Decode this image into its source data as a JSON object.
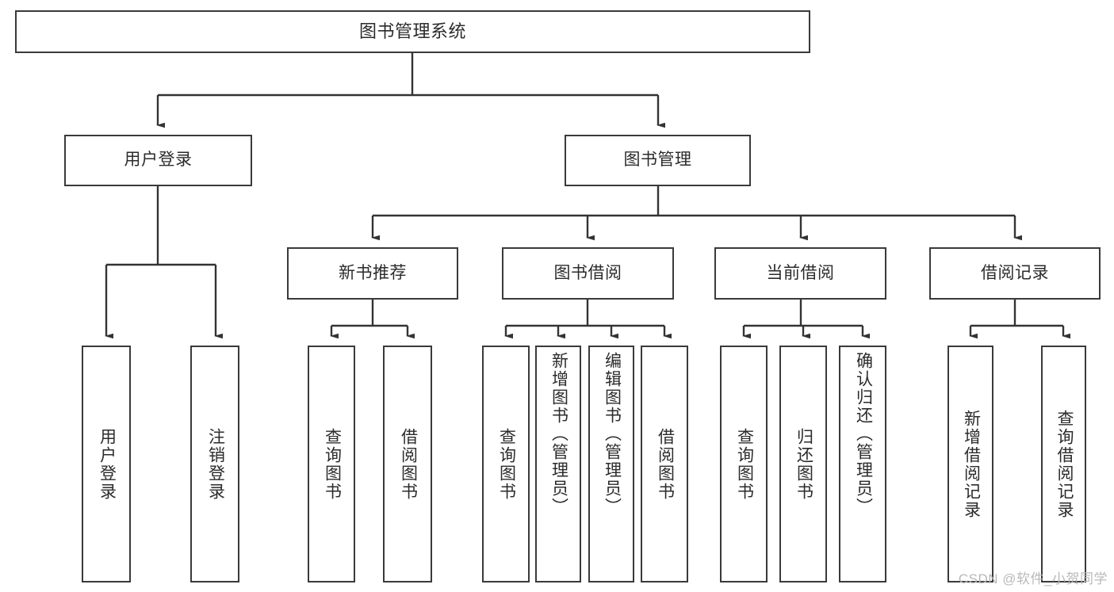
{
  "diagram": {
    "title": "图书管理系统",
    "type": "tree",
    "colors": {
      "border": "#3a3a3a",
      "text": "#2b2b2b",
      "background": "#ffffff",
      "connector": "#333333",
      "watermark": "#b9b9b9"
    },
    "root": {
      "label": "图书管理系统"
    },
    "level1": [
      {
        "label": "用户登录"
      },
      {
        "label": "图书管理"
      }
    ],
    "level2": [
      {
        "label": "新书推荐"
      },
      {
        "label": "图书借阅"
      },
      {
        "label": "当前借阅"
      },
      {
        "label": "借阅记录"
      }
    ],
    "leaves": {
      "user_login": [
        {
          "label": "用户登录"
        },
        {
          "label": "注销登录"
        }
      ],
      "new_book_recommend": [
        {
          "label": "查询图书"
        },
        {
          "label": "借阅图书"
        }
      ],
      "book_borrow": [
        {
          "label": "查询图书"
        },
        {
          "label": "新增图书（管理员）"
        },
        {
          "label": "编辑图书（管理员）"
        },
        {
          "label": "借阅图书"
        }
      ],
      "current_borrow": [
        {
          "label": "查询图书"
        },
        {
          "label": "归还图书"
        },
        {
          "label": "确认归还（管理员）"
        }
      ],
      "borrow_record": [
        {
          "label": "新增借阅记录"
        },
        {
          "label": "查询借阅记录"
        }
      ]
    }
  },
  "watermark": {
    "text": "CSDN @软件_小贺同学"
  }
}
